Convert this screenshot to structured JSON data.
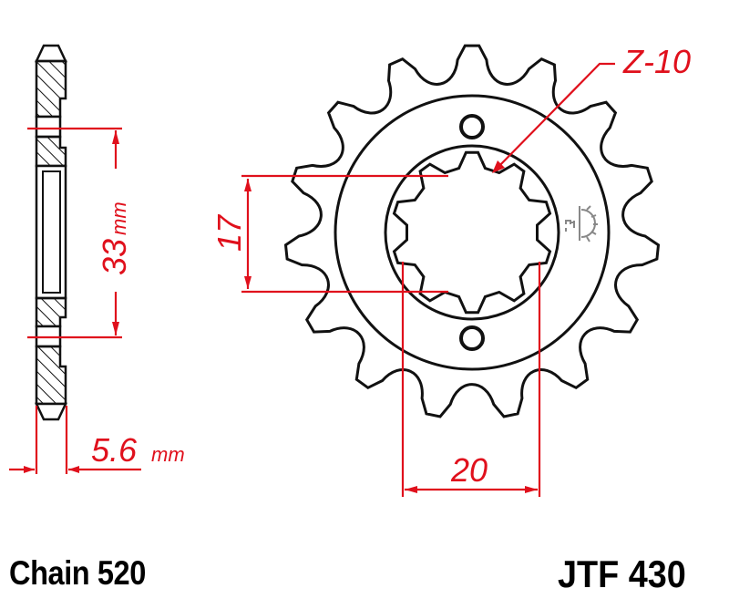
{
  "title": "JTF 430 front sprocket technical drawing",
  "colors": {
    "outline": "#111111",
    "dimension": "#e0101c",
    "background": "#ffffff",
    "symbol": "#888888"
  },
  "labels": {
    "chain": "Chain 520",
    "part_number": "JTF 430"
  },
  "side_view": {
    "bolt_spacing": {
      "value": "33",
      "unit": "mm"
    },
    "thickness": {
      "value": "5.6",
      "unit": "mm"
    }
  },
  "front_view": {
    "teeth_count": 15,
    "spline_callout": "Z-10",
    "spline_teeth": 10,
    "height_dimension": "17",
    "width_dimension": "20",
    "bolt_holes": 2,
    "symbol": "cleaning-symbol-icon"
  }
}
